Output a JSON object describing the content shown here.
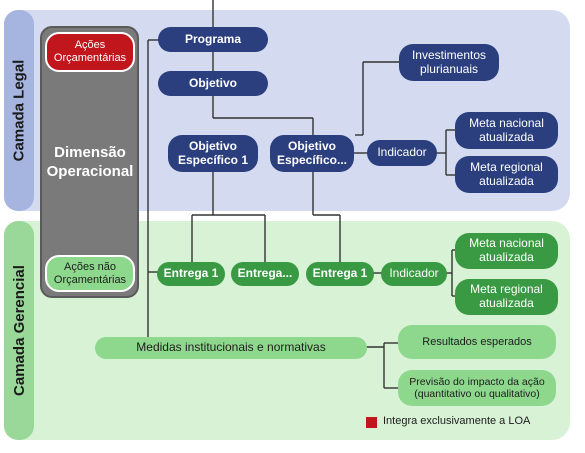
{
  "layers": {
    "legal": "Camada Legal",
    "gerencial": "Camada Gerencial"
  },
  "operational": {
    "title": "Dimensão Operacional",
    "budget_actions": "Ações Orçamentárias",
    "non_budget_actions": "Ações não Orçamentárias"
  },
  "legal_nodes": {
    "programa": "Programa",
    "objetivo": "Objetivo",
    "objetivo_especifico_1": "Objetivo Específico 1",
    "objetivo_especifico_n": "Objetivo Específico...",
    "investimentos": "Investimentos plurianuais",
    "indicador": "Indicador",
    "meta_nacional": "Meta nacional atualizada",
    "meta_regional": "Meta regional atualizada"
  },
  "gerencial_nodes": {
    "entrega_1a": "Entrega 1",
    "entrega_n": "Entrega...",
    "entrega_1b": "Entrega 1",
    "indicador": "Indicador",
    "meta_nacional": "Meta nacional atualizada",
    "meta_regional": "Meta regional atualizada",
    "medidas": "Medidas institucionais e normativas",
    "resultados": "Resultados esperados",
    "previsao": "Previsão do impacto da ação (quantitativo ou qualitativo)"
  },
  "legend": {
    "label": "Integra exclusivamente a LOA",
    "color": "#c0161c"
  },
  "colors": {
    "legal_band": "#d4dbf0",
    "gerencial_band": "#d8f2d6",
    "legal_label": "#a6b5e0",
    "gerencial_label": "#9ad89a",
    "operational_box": "#7a7a7a",
    "dark_blue": "#2b3f7e",
    "dark_green": "#3a9a43",
    "light_green": "#8ed88e"
  }
}
